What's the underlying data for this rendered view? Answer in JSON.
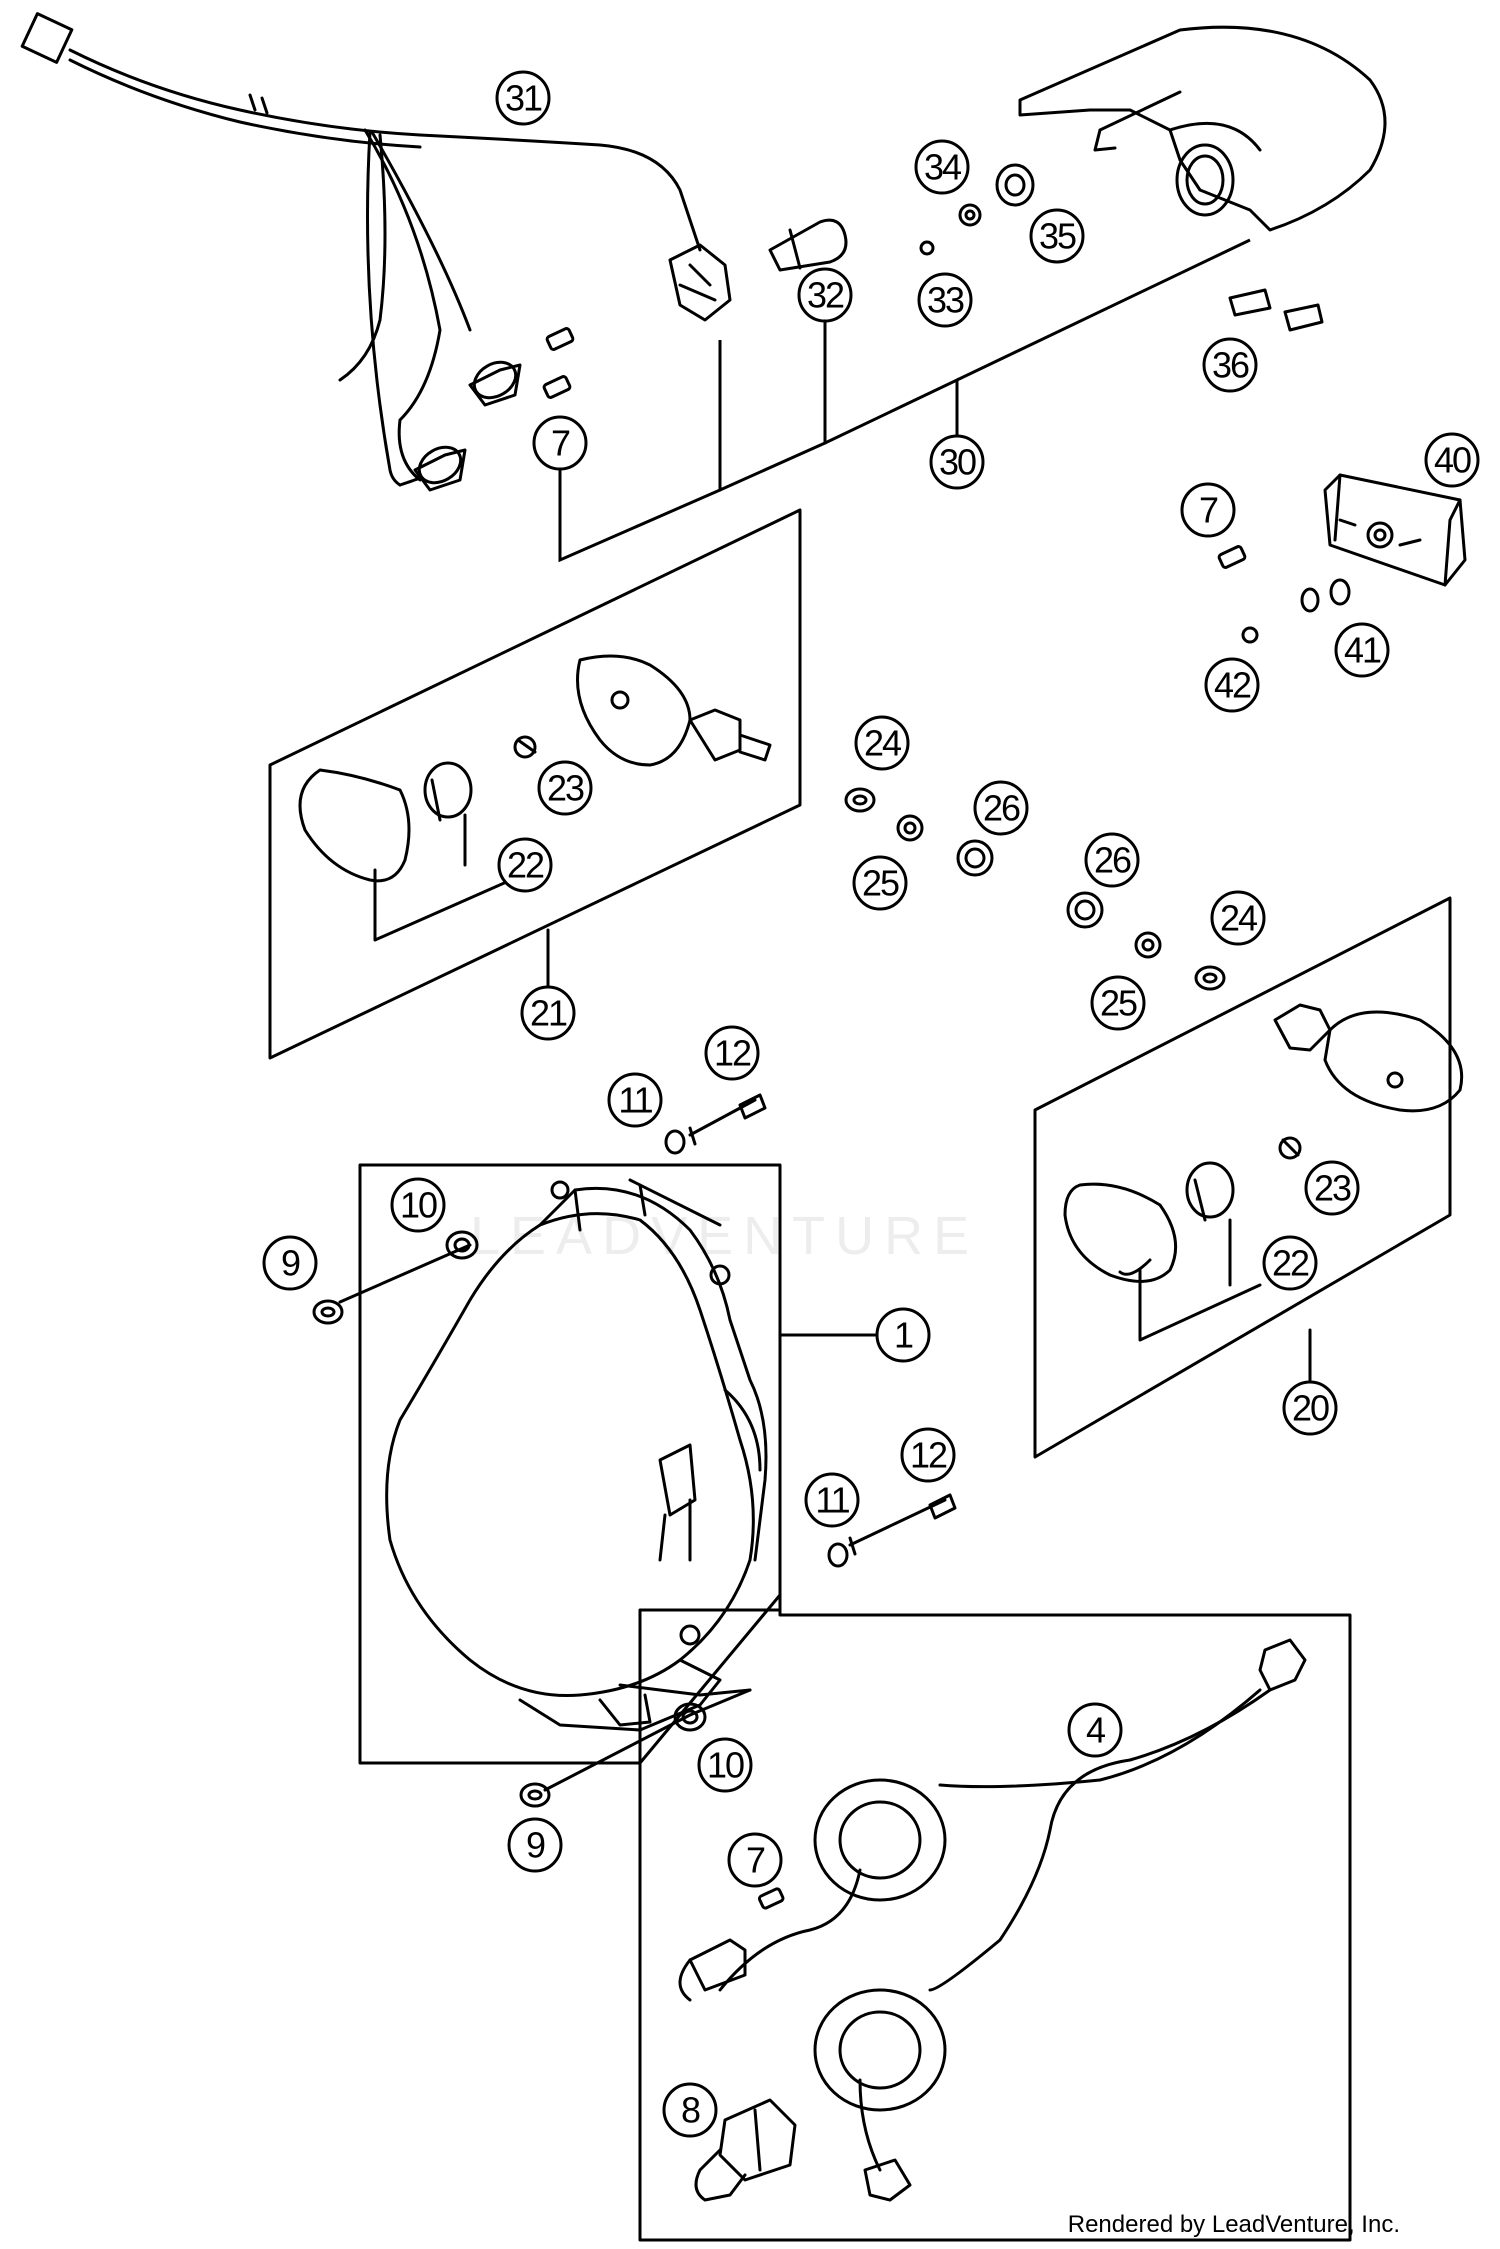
{
  "credit": "Rendered by LeadVenture, Inc.",
  "watermark": "LEADVENTURE",
  "callouts": [
    {
      "label": "31"
    },
    {
      "label": "34"
    },
    {
      "label": "35"
    },
    {
      "label": "32"
    },
    {
      "label": "33"
    },
    {
      "label": "30"
    },
    {
      "label": "36"
    },
    {
      "label": "7"
    },
    {
      "label": "40"
    },
    {
      "label": "7"
    },
    {
      "label": "41"
    },
    {
      "label": "42"
    },
    {
      "label": "24"
    },
    {
      "label": "26"
    },
    {
      "label": "25"
    },
    {
      "label": "26"
    },
    {
      "label": "24"
    },
    {
      "label": "25"
    },
    {
      "label": "23"
    },
    {
      "label": "22"
    },
    {
      "label": "21"
    },
    {
      "label": "12"
    },
    {
      "label": "11"
    },
    {
      "label": "10"
    },
    {
      "label": "9"
    },
    {
      "label": "1"
    },
    {
      "label": "23"
    },
    {
      "label": "22"
    },
    {
      "label": "20"
    },
    {
      "label": "12"
    },
    {
      "label": "11"
    },
    {
      "label": "4"
    },
    {
      "label": "10"
    },
    {
      "label": "9"
    },
    {
      "label": "7"
    },
    {
      "label": "8"
    }
  ]
}
